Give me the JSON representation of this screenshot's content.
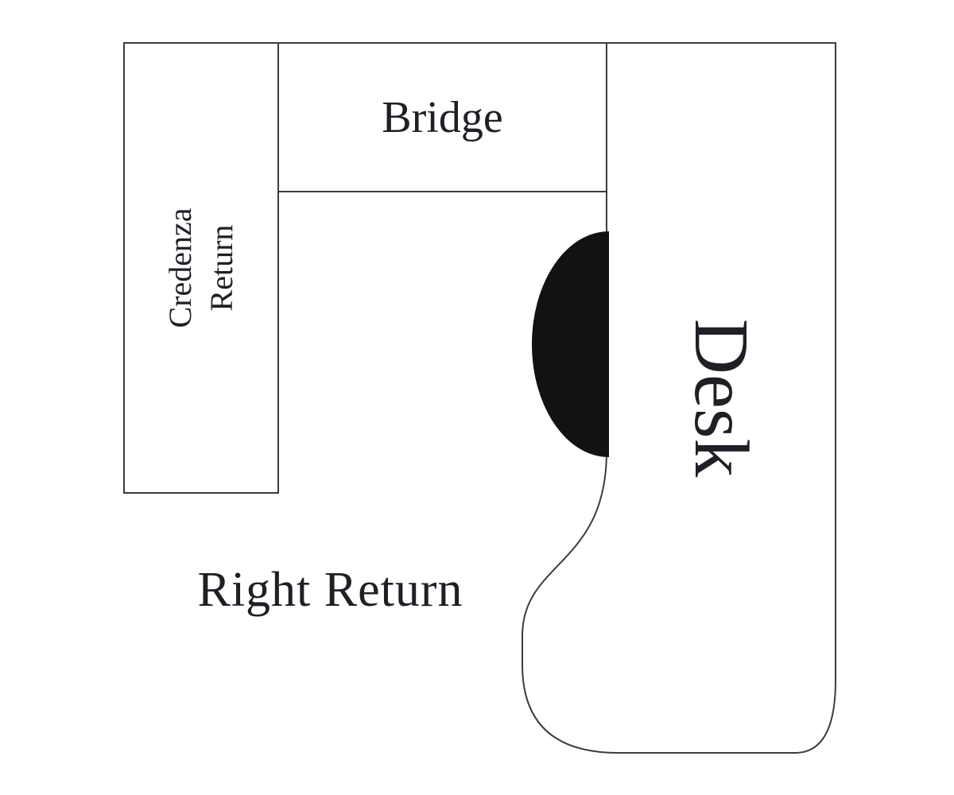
{
  "diagram": {
    "type": "furniture-layout-diagram",
    "labels": {
      "credenza_return": "Credenza Return",
      "bridge": "Bridge",
      "desk": "Desk",
      "right_return": "Right Return"
    },
    "colors": {
      "outline": "#3c3c3c",
      "fill": "#ffffff",
      "chair_fill": "#121212",
      "text": "#211f26"
    }
  }
}
